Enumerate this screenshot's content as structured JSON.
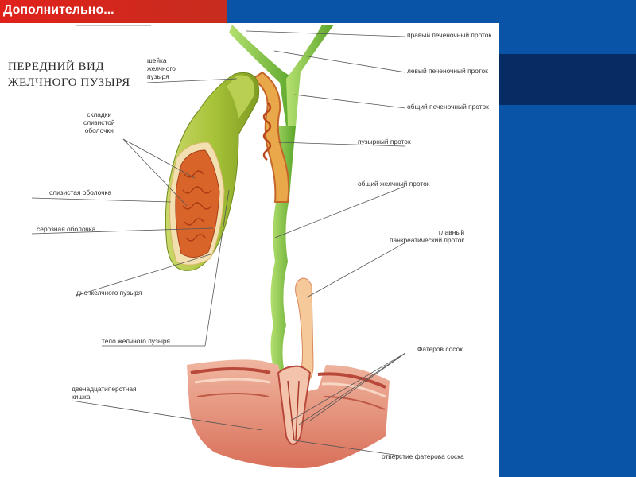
{
  "slide": {
    "title": "Дополнительно..."
  },
  "figure": {
    "heading_line1": "ПЕРЕДНИЙ ВИД",
    "heading_line2": "ЖЕЛЧНОГО ПУЗЫРЯ",
    "labels": {
      "neck_1": "шейка",
      "neck_2": "желчного",
      "neck_3": "пузыря",
      "folds_1": "складки",
      "folds_2": "слизистой",
      "folds_3": "оболочки",
      "mucosa": "слизистая оболочка",
      "serosa": "серозная оболочка",
      "fundus": "дно желчного пузыря",
      "body": "тело желчного пузыря",
      "duodenum_1": "двенадцатиперстная",
      "duodenum_2": "кишка",
      "right_hepatic": "правый печеночный проток",
      "left_hepatic": "левый печеночный проток",
      "common_hepatic": "общий печеночный проток",
      "cystic": "пузырный проток",
      "common_bile": "общий желчный проток",
      "pancreatic_1": "главный",
      "pancreatic_2": "панкреатический проток",
      "papilla": "Фатеров сосок",
      "papilla_opening": "отверстие фатерова соска"
    }
  },
  "colors": {
    "title_bar": "#e0211b",
    "gallbladder": "#a8c43a",
    "mucosa": "#d8642a",
    "duct": "#7cc23a",
    "duodenum": "#e89a80"
  }
}
